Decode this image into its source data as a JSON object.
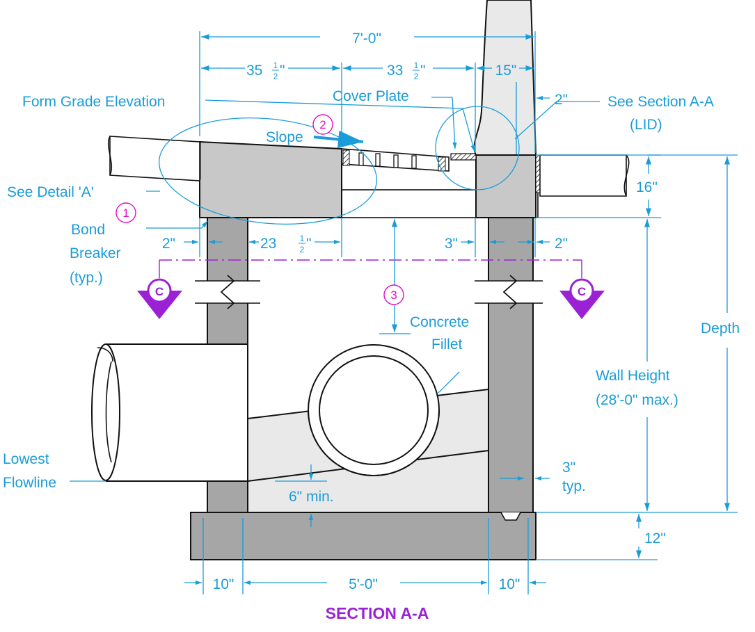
{
  "title": "SECTION A-A",
  "dimensions": {
    "overall_width": "7'-0\"",
    "left_top": "35",
    "left_top_frac": [
      "1",
      "2"
    ],
    "middle_top": "33",
    "middle_top_frac": [
      "1",
      "2"
    ],
    "right_top": "15\"",
    "inner_left": "2\"",
    "inner_opening": "23",
    "inner_opening_frac": [
      "1",
      "2"
    ],
    "inner_right_3": "3\"",
    "inner_right_2": "2\"",
    "upper_right_2": "2\"",
    "lid_thickness": "16\"",
    "base_thickness": "12\"",
    "bottom_left": "10\"",
    "bottom_middle": "5'-0\"",
    "bottom_right": "10\"",
    "fillet_min": "6\" min.",
    "wall_side_3": "3\"",
    "wall_side_typ": "typ."
  },
  "labels": {
    "form_grade": "Form Grade Elevation",
    "cover_plate": "Cover Plate",
    "see_section": "See Section A-A",
    "lid": "(LID)",
    "slope": "Slope",
    "see_detail": "See Detail 'A'",
    "bond_1": "Bond",
    "bond_2": "Breaker",
    "bond_3": "(typ.)",
    "concrete_1": "Concrete",
    "concrete_2": "Fillet",
    "depth": "Depth",
    "wall_height_1": "Wall Height",
    "wall_height_2": "(28'-0\" max.)",
    "lowest_1": "Lowest",
    "lowest_2": "Flowline"
  },
  "callouts": [
    "1",
    "2",
    "3"
  ],
  "section_marks": [
    "C",
    "C"
  ],
  "colors": {
    "dimension": "#1a9cd8",
    "callout": "#e60ec8",
    "section": "#9b22d4",
    "wall": "#a6a6a6",
    "lid": "#c8c8c8",
    "fill_light": "#e9e9e9"
  }
}
